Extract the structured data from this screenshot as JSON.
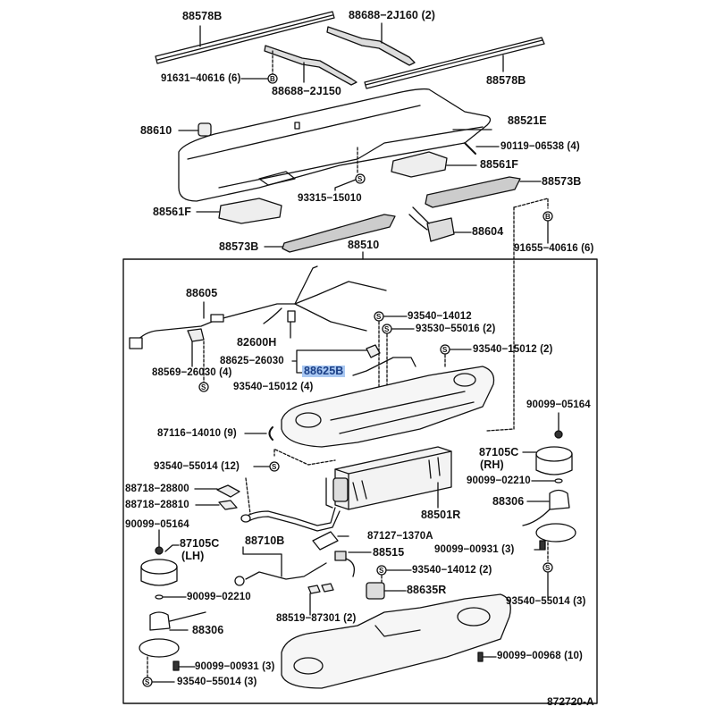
{
  "diagram": {
    "title": "Heater / A/C ceiling duct parts diagram",
    "figure_number": "872720-A",
    "highlight_color": "#a9c8f2",
    "highlighted_part": "88625B",
    "symbols": {
      "S": "S",
      "B": "B"
    },
    "labels": {
      "p88578B_left": "88578B",
      "p88688_2J160": "88688−2J160 (2)",
      "p91631_40616": "91631−40616 (6)",
      "p88688_2J150": "88688−2J150",
      "p88578B_right": "88578B",
      "p88610": "88610",
      "p88521E": "88521E",
      "p90119_06538": "90119−06538 (4)",
      "p88561F_right": "88561F",
      "p88573B_right": "88573B",
      "p93315_15010": "93315−15010",
      "p88561F_left": "88561F",
      "p88604": "88604",
      "p88573B_left": "88573B",
      "p88510": "88510",
      "p91655_40616": "91655−40616 (6)",
      "p88605": "88605",
      "p82600H": "82600H",
      "p93540_14012": "93540−14012",
      "p93530_55016": "93530−55016 (2)",
      "p88625_26030": "88625−26030",
      "p88625B": "88625B",
      "p93540_15012_2": "93540−15012 (2)",
      "p88569_26030": "88569−26030 (4)",
      "p93540_15012_4": "93540−15012 (4)",
      "p90099_05164_rh": "90099−05164",
      "p87116_14010": "87116−14010 (9)",
      "p87105C_rh": "87105C",
      "rh": "(RH)",
      "p93540_55014_12": "93540−55014 (12)",
      "p90099_02210_rh": "90099−02210",
      "p88718_28800": "88718−28800",
      "p88306_rh": "88306",
      "p88718_28810": "88718−28810",
      "p88501R": "88501R",
      "p90099_05164_lh": "90099−05164",
      "p87105C_lh": "87105C",
      "lh": "(LH)",
      "p88710B": "88710B",
      "p87127_1370A": "87127−1370A",
      "p88515": "88515",
      "p90099_00931_rh": "90099−00931 (3)",
      "p93540_14012_2": "93540−14012 (2)",
      "p90099_02210_lh": "90099−02210",
      "p88635R": "88635R",
      "p93540_55014_3_rh": "93540−55014 (3)",
      "p88519_87301": "88519−87301 (2)",
      "p88306_lh": "88306",
      "p90099_00931_lh": "90099−00931 (3)",
      "p90099_00968": "90099−00968 (10)",
      "p93540_55014_3_lh": "93540−55014 (3)"
    }
  }
}
